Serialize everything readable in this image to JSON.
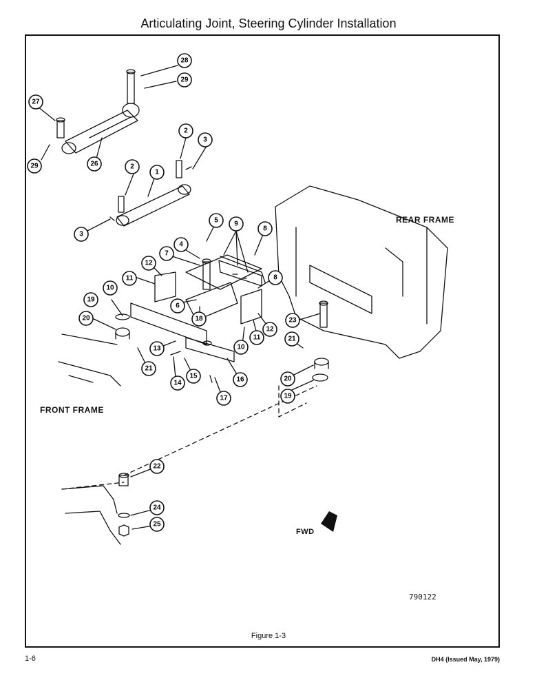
{
  "page": {
    "title": "Articulating Joint, Steering Cylinder Installation",
    "caption": "Figure 1-3",
    "figure_number": "790122",
    "page_number": "1-6",
    "issue": "DH4 (Issued May, 1979)"
  },
  "labels": {
    "rear_frame": "REAR FRAME",
    "front_frame": "FRONT FRAME",
    "fwd": "FWD"
  },
  "callouts": [
    "28",
    "29",
    "27",
    "29",
    "26",
    "2",
    "3",
    "2",
    "1",
    "3",
    "5",
    "9",
    "8",
    "4",
    "7",
    "12",
    "11",
    "10",
    "19",
    "20",
    "8",
    "6",
    "18",
    "12",
    "11",
    "10",
    "13",
    "21",
    "15",
    "14",
    "16",
    "17",
    "23",
    "21",
    "20",
    "19",
    "22",
    "24",
    "25"
  ]
}
